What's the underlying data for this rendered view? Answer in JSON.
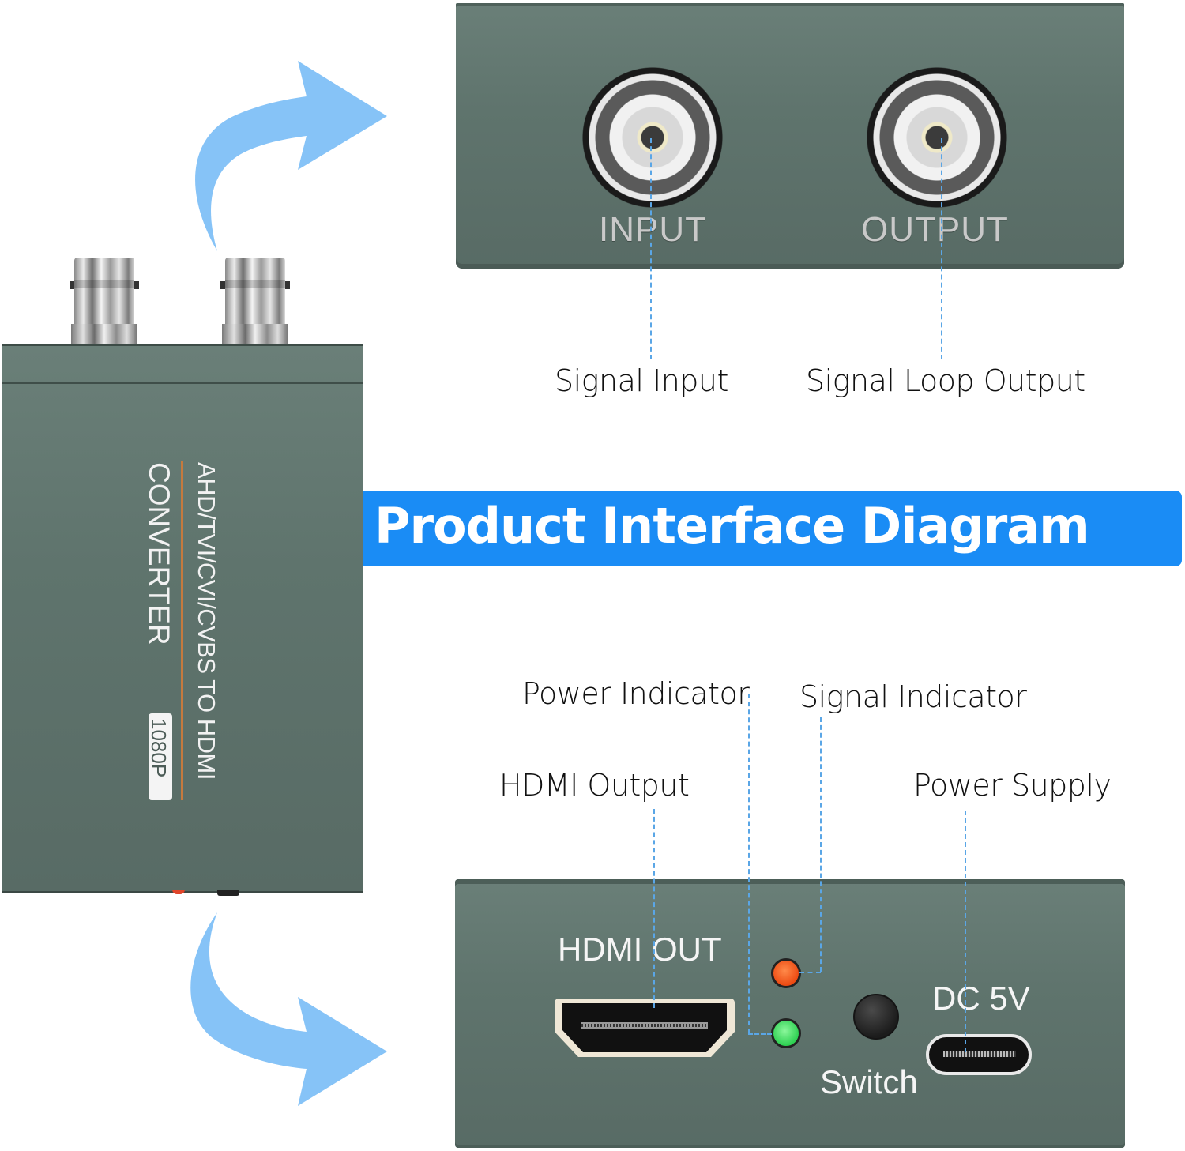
{
  "banner": {
    "title": "Product Interface Diagram",
    "color": "#1a8cf5"
  },
  "device": {
    "name": "AHD/TVI/CVI/CVBS TO HDMI",
    "subtitle": "CONVERTER",
    "resolution_badge": "1080P",
    "body_color": "#5f746d",
    "accent_line_color": "#c57a3e"
  },
  "top_panel": {
    "port_labels": [
      "INPUT",
      "OUTPUT"
    ],
    "callouts": [
      "Signal Input",
      "Signal Loop Output"
    ]
  },
  "bottom_panel": {
    "port_labels": {
      "hdmi": "HDMI OUT",
      "dc": "DC 5V",
      "switch": "Switch"
    },
    "callouts": {
      "power_indicator": "Power Indicator",
      "signal_indicator": "Signal Indicator",
      "hdmi_output": "HDMI Output",
      "power_supply": "Power Supply"
    },
    "led_colors": {
      "signal": "#ec4a12",
      "power": "#2ed052"
    }
  },
  "icons": {
    "arrow_up": "curved-arrow-up-right",
    "arrow_down": "curved-arrow-down-right"
  },
  "arrow_color": "#86c3f7",
  "leader_line_color": "#5aa6e6"
}
